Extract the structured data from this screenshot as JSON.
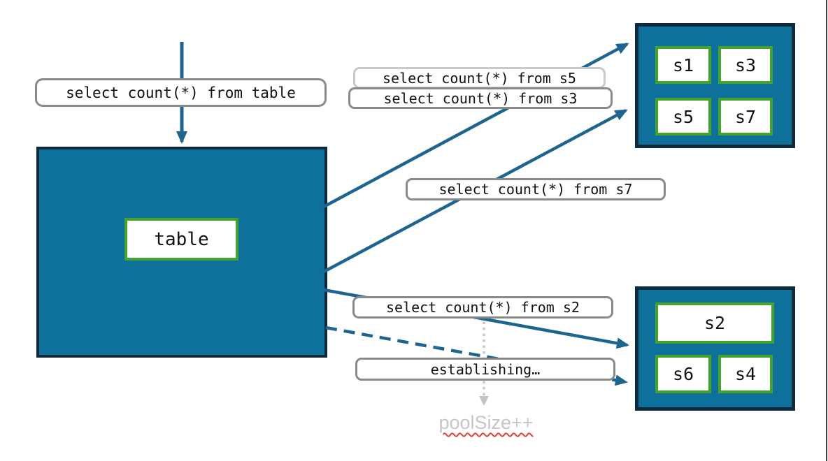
{
  "diagram": {
    "table_query_label": "select count(*) from table",
    "table_label": "table",
    "shard_queries": {
      "s5": "select count(*) from s5",
      "s3": "select count(*) from s3",
      "s7": "select count(*) from s7",
      "s2": "select count(*) from s2"
    },
    "establishing_label": "establishing…",
    "pool_size_label": "poolSize++",
    "shards_top": [
      "s1",
      "s3",
      "s5",
      "s7"
    ],
    "shards_bottom": [
      "s2",
      "s6",
      "s4"
    ]
  },
  "colors": {
    "teal_fill": "#0e719c",
    "navy_border": "#0d2b3c",
    "green_border": "#44a32a",
    "arrow_blue": "#1d6590",
    "label_border": "#8a8a8a",
    "label_border_light": "#c9c9c9",
    "text_black": "#111111",
    "muted_gray": "#c6c6c6",
    "squiggle_red": "#e04238",
    "page_bg": "#ffffff",
    "window_edge": "#3f3f3f"
  }
}
